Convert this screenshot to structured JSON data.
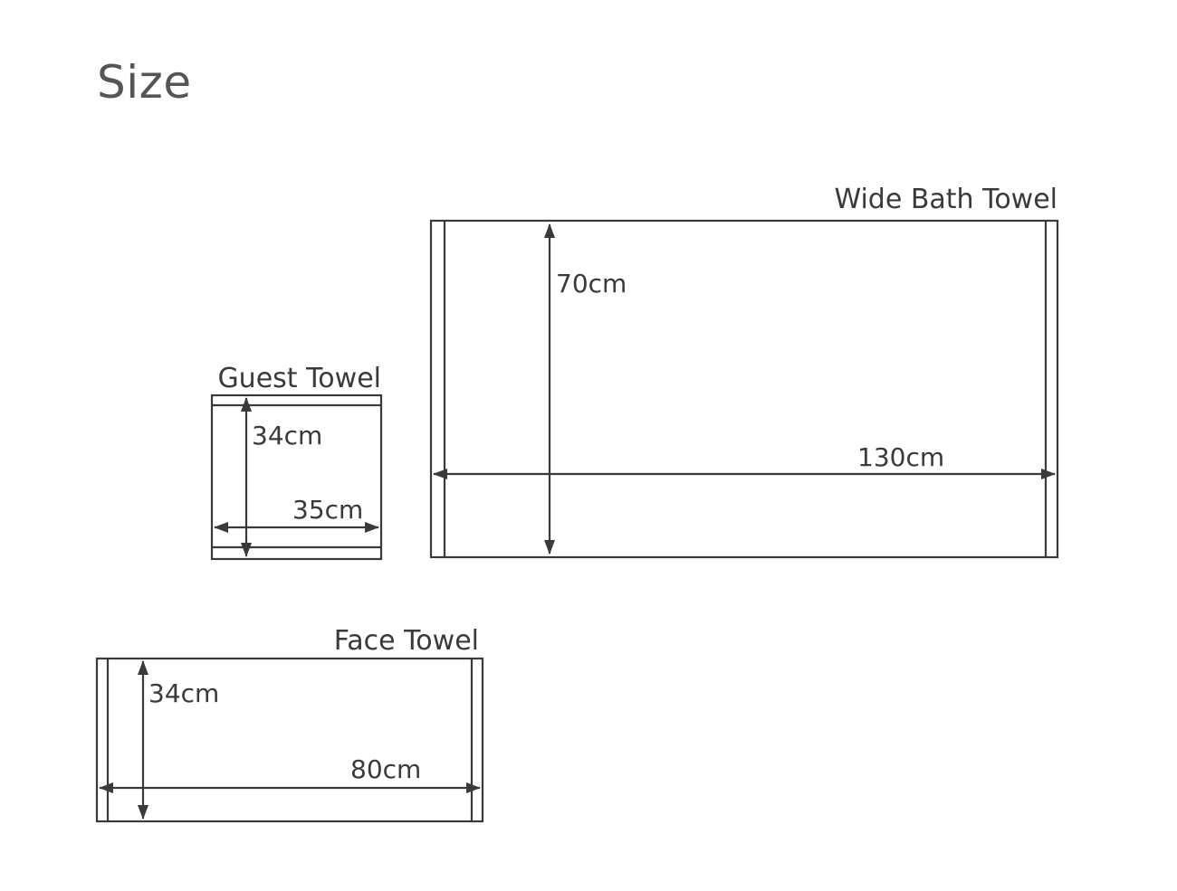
{
  "title": "Size",
  "line_color": "#3a3a3a",
  "towels": {
    "wide_bath": {
      "name": "Wide Bath Towel",
      "height": "70cm",
      "width": "130cm"
    },
    "guest": {
      "name": "Guest Towel",
      "height": "34cm",
      "width": "35cm"
    },
    "face": {
      "name": "Face Towel",
      "height": "34cm",
      "width": "80cm"
    }
  }
}
